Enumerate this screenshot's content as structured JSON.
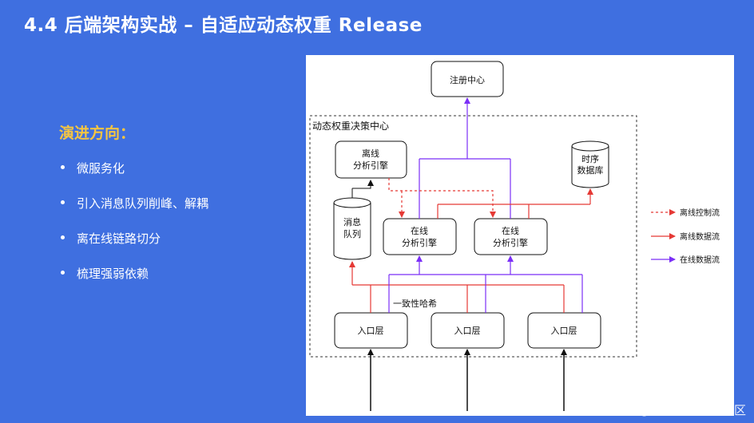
{
  "slide": {
    "title": "4.4 后端架构实战 – 自适应动态权重 Release",
    "heading": "演进方向：",
    "bullets": [
      "微服务化",
      "引入消息队列削峰、解耦",
      "离在线链路切分",
      "梳理强弱依赖"
    ],
    "watermark": "@稀土掘金技术社区"
  },
  "diagram": {
    "registry": "注册中心",
    "group_label": "动态权重决策中心",
    "offline_engine": [
      "离线",
      "分析引擎"
    ],
    "tsdb": [
      "时序",
      "数据库"
    ],
    "mq": [
      "消息",
      "队列"
    ],
    "online_engine_1": [
      "在线",
      "分析引擎"
    ],
    "online_engine_2": [
      "在线",
      "分析引擎"
    ],
    "hash_label": "一致性哈希",
    "entry_1": "入口层",
    "entry_2": "入口层",
    "entry_3": "入口层",
    "legend": [
      {
        "label": "离线控制流",
        "color": "#e53935",
        "style": "dashed"
      },
      {
        "label": "离线数据流",
        "color": "#e53935",
        "style": "solid"
      },
      {
        "label": "在线数据流",
        "color": "#7b2ff7",
        "style": "solid"
      }
    ]
  },
  "colors": {
    "background": "#3f6fe0",
    "heading": "#f5c542",
    "red": "#e53935",
    "purple": "#7b2ff7"
  }
}
